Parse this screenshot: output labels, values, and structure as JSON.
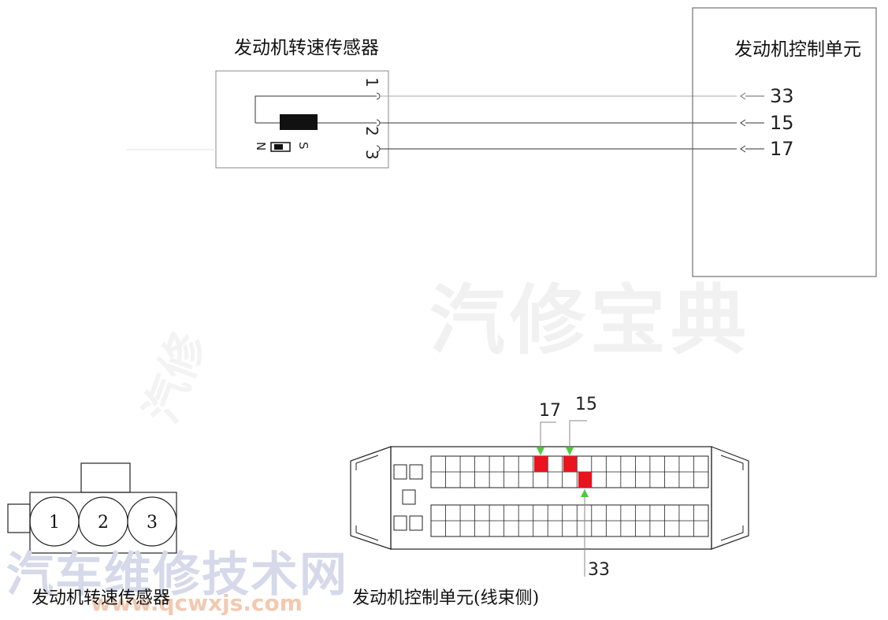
{
  "top": {
    "sensor_title": "发动机转速传感器",
    "sensor_pins": [
      "1",
      "2",
      "3"
    ],
    "magnet_n": "N",
    "magnet_s": "S",
    "ecu_title": "发动机控制单元",
    "ecu_pins": [
      "33",
      "15",
      "17"
    ]
  },
  "bottom": {
    "sensor_pins": [
      "1",
      "2",
      "3"
    ],
    "sensor_caption": "发动机转速传感器",
    "ecu_caption": "发动机控制单元(线束侧)",
    "callout_17": "17",
    "callout_15": "15",
    "callout_33": "33",
    "highlight_color": "#e8141e",
    "arrow_color": "#4ccb3a"
  },
  "watermark": {
    "center": "汽修宝典",
    "cn": "汽车维修技术网",
    "url": "www.qcwxjs.com",
    "side": "汽修"
  }
}
